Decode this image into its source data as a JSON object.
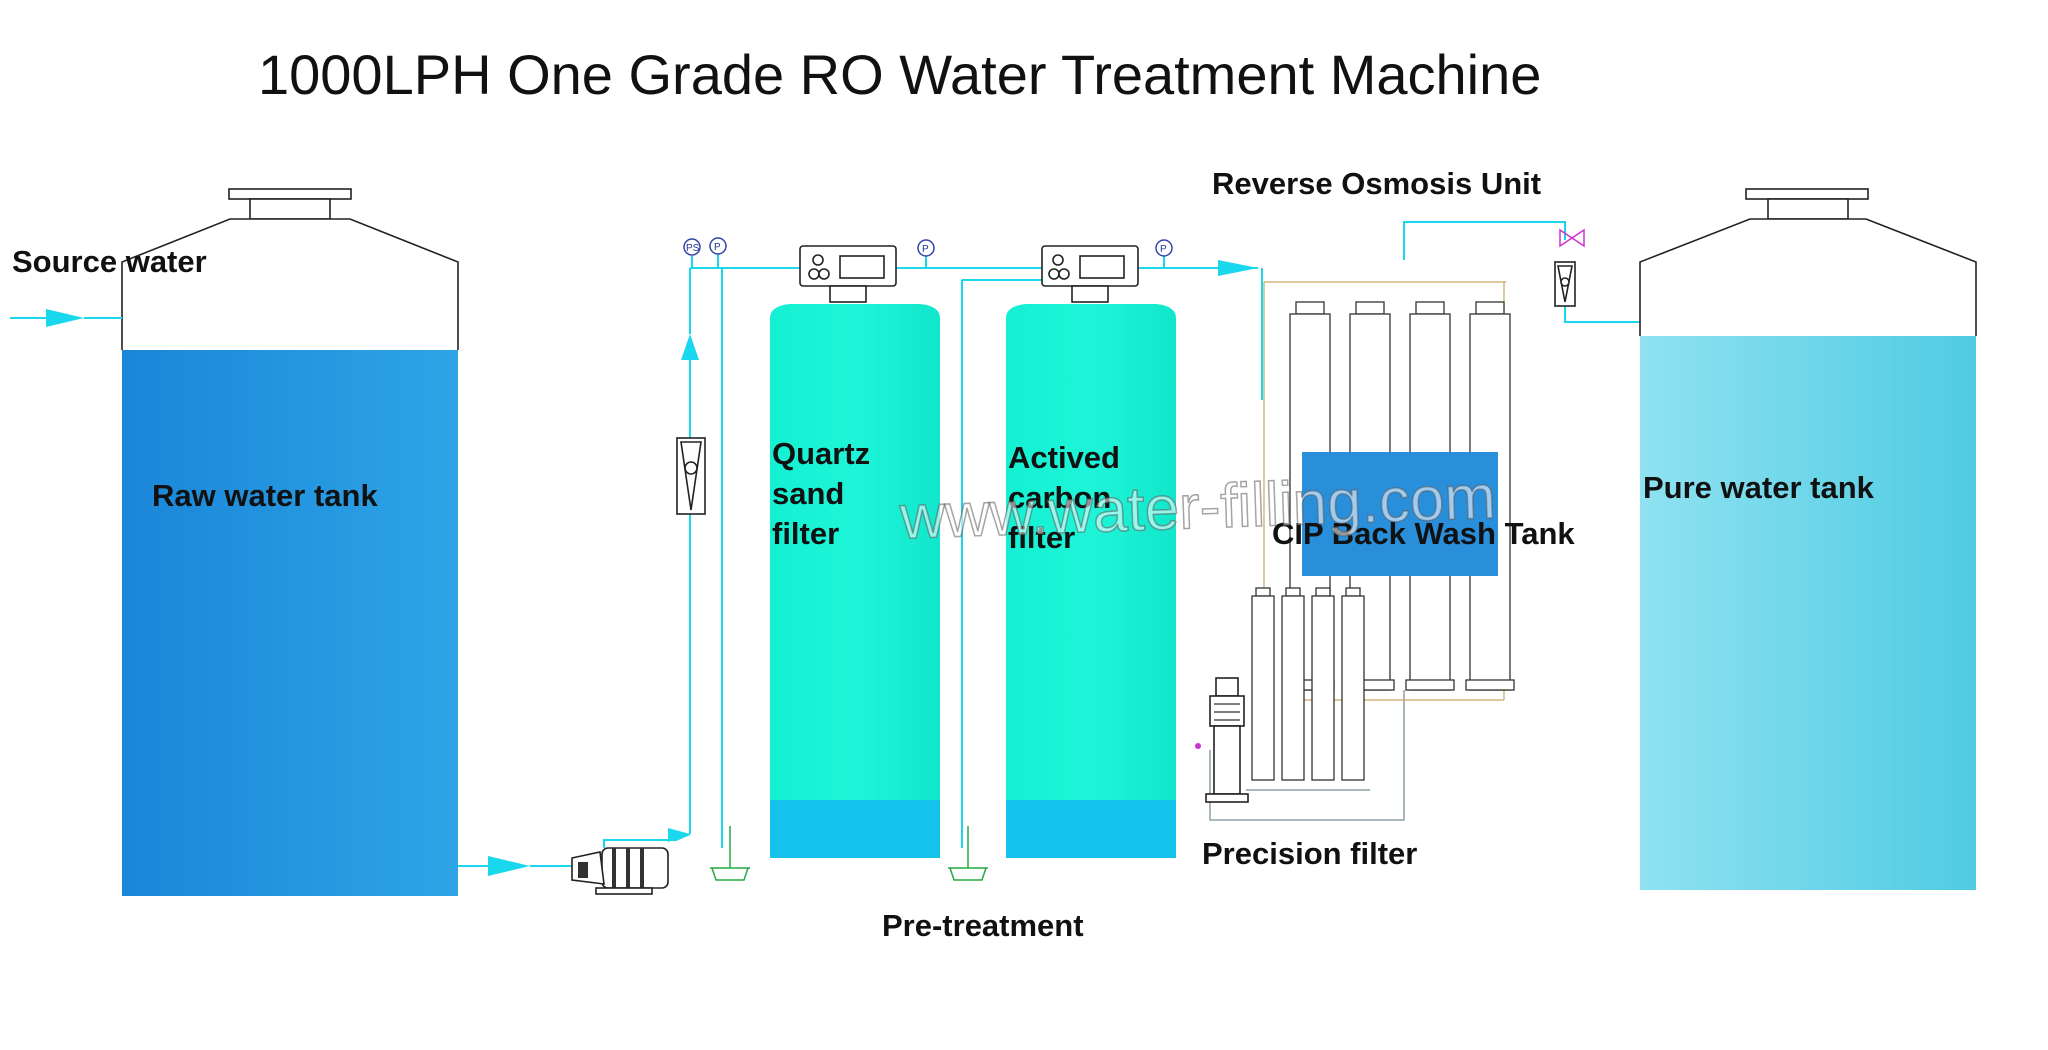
{
  "title": "1000LPH  One Grade RO Water Treatment Machine",
  "labels": {
    "source_water": "Source water",
    "raw_water_tank": "Raw water tank",
    "quartz_line1": "Quartz",
    "quartz_line2": "sand",
    "quartz_line3": "filter",
    "carbon_line1": "Actived",
    "carbon_line2": "carbon",
    "carbon_line3": "filter",
    "ro_unit": "Reverse Osmosis Unit",
    "cip_tank": "CIP Back Wash Tank",
    "pure_water_tank": "Pure water tank",
    "precision_filter": "Precision filter",
    "pre_treatment": "Pre-treatment"
  },
  "gauges": {
    "ps": "PS",
    "p": "P"
  },
  "watermark": "www.water-filling.com",
  "colors": {
    "raw_tank": "#1f8fdc",
    "filter_body": "#17f0d0",
    "filter_bottom": "#14c2ec",
    "cip_tank": "#2a8fdb",
    "pure_tank": "#6fd6ea",
    "pipe": "#19d7ec"
  }
}
